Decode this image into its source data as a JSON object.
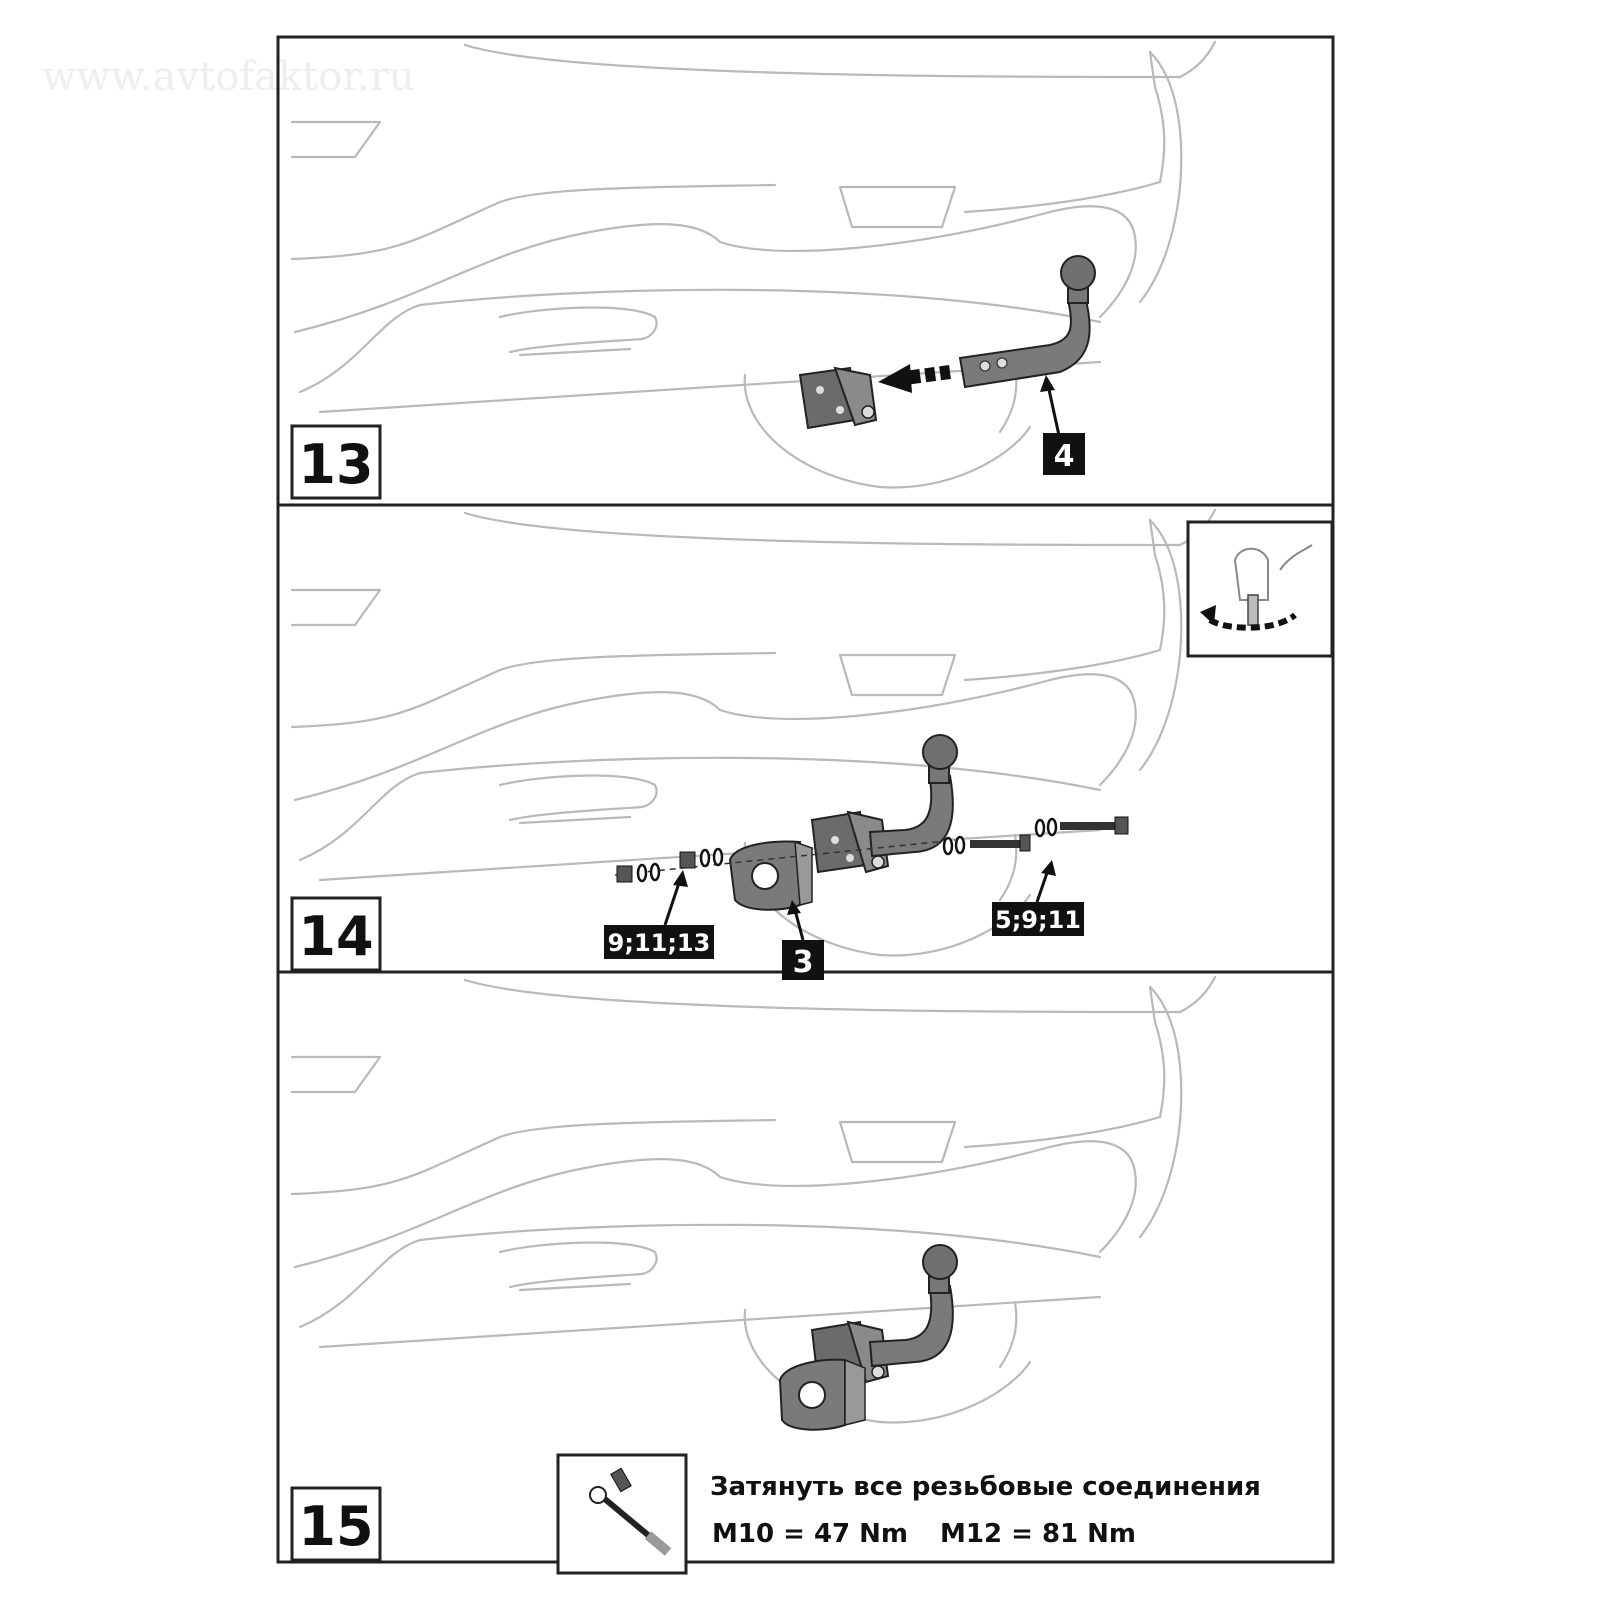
{
  "watermark": "www.avtofaktor.ru",
  "steps": [
    {
      "number": "13",
      "callouts": [
        "4"
      ]
    },
    {
      "number": "14",
      "callouts": [
        "9;11;13",
        "3",
        "5;9;11"
      ]
    },
    {
      "number": "15",
      "callouts": []
    }
  ],
  "torque_note": {
    "text": "Затянуть все резьбовые соединения",
    "m10": "M10 = 47 Nm",
    "m12": "M12 = 81 Nm"
  },
  "icons": [
    "hand-tighten-icon",
    "torque-wrench-icon"
  ],
  "colors": {
    "frame": "#222222",
    "car_outline": "#b9b9b9",
    "part_fill": "#6f6f6f",
    "label_bg": "#111111"
  }
}
